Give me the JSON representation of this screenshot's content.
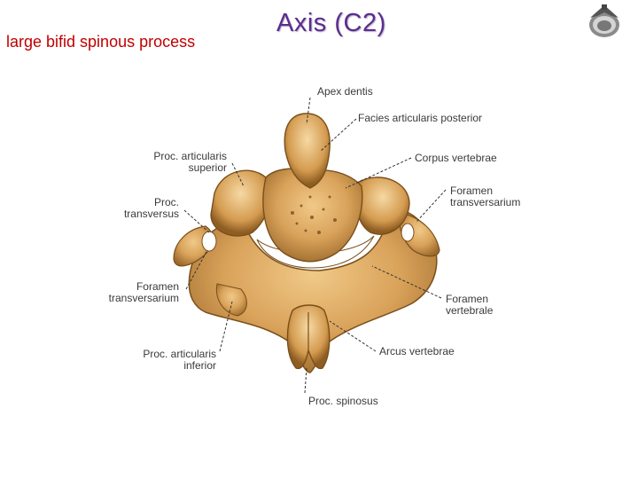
{
  "slide": {
    "note": "large bifid spinous process",
    "title": "Axis (C2)"
  },
  "colors": {
    "title": "#5b2d8e",
    "note": "#c00000",
    "bone": "#d9a25a",
    "bone_shadow": "#9c6a2c"
  },
  "labels": {
    "apex_dentis": "Apex dentis",
    "facies_articularis_posterior": "Facies articularis posterior",
    "proc_articularis_superior_1": "Proc. articularis",
    "proc_articularis_superior_2": "superior",
    "corpus_vertebrae": "Corpus vertebrae",
    "proc_transversus_1": "Proc.",
    "proc_transversus_2": "transversus",
    "foramen_transversarium_right_1": "Foramen",
    "foramen_transversarium_right_2": "transversarium",
    "foramen_transversarium_left_1": "Foramen",
    "foramen_transversarium_left_2": "transversarium",
    "foramen_vertebrale_1": "Foramen",
    "foramen_vertebrale_2": "vertebrale",
    "proc_articularis_inferior_1": "Proc. articularis",
    "proc_articularis_inferior_2": "inferior",
    "arcus_vertebrae": "Arcus vertebrae",
    "proc_spinosus": "Proc. spinosus"
  }
}
